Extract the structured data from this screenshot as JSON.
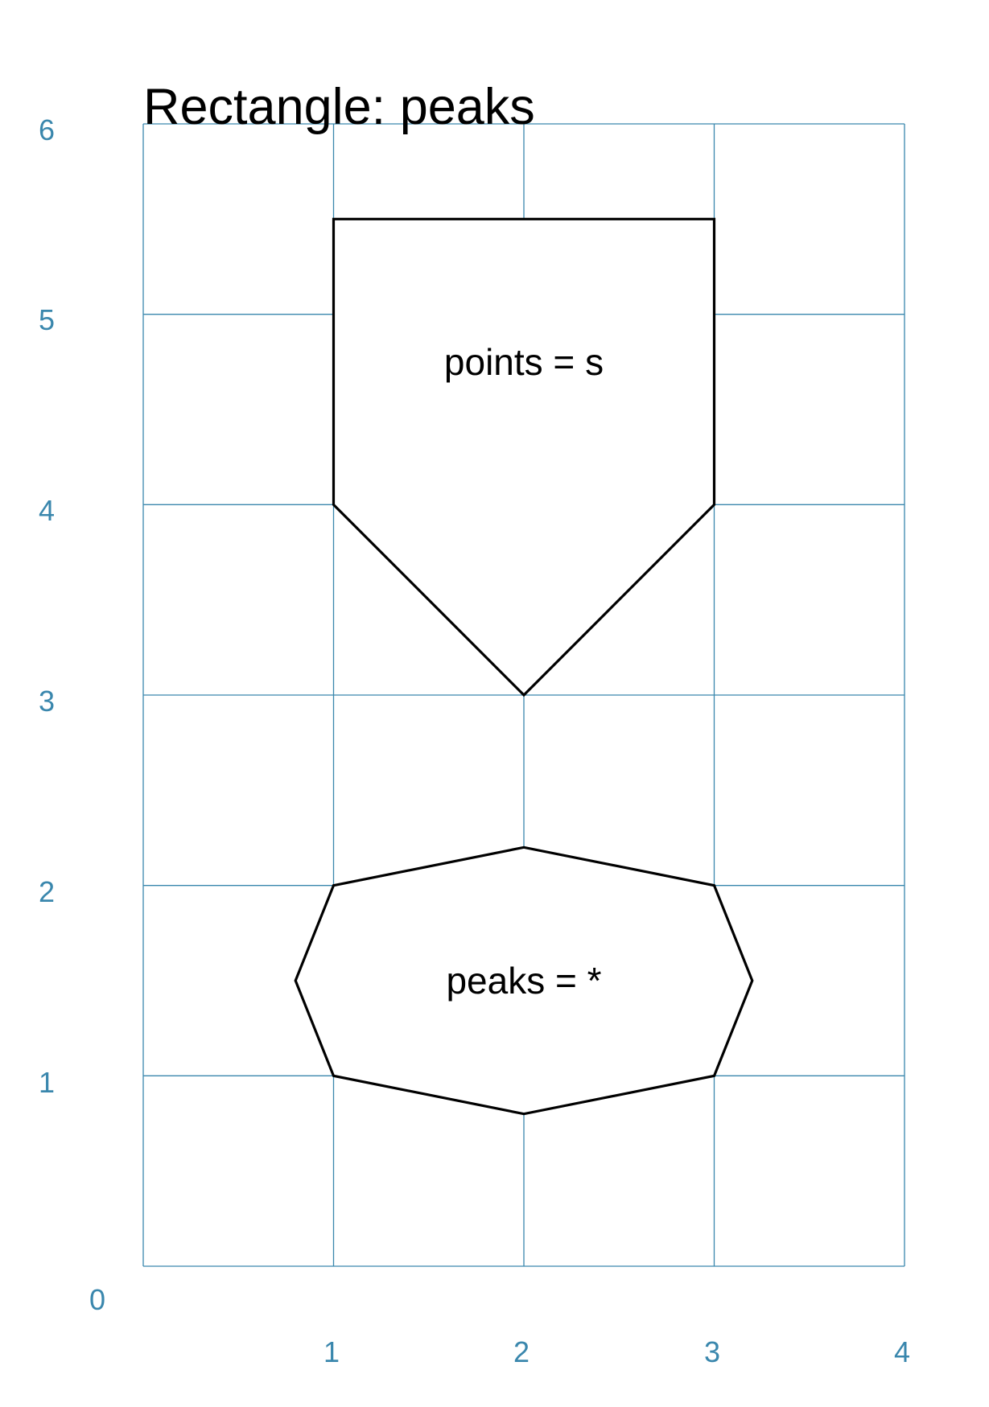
{
  "title": "Rectangle: peaks",
  "colors": {
    "grid": "#3a87ad",
    "outline": "#000000",
    "fill": "#ffffff"
  },
  "axes": {
    "x_ticks": [
      "1",
      "2",
      "3",
      "4"
    ],
    "y_ticks": [
      "0",
      "1",
      "2",
      "3",
      "4",
      "5",
      "6"
    ],
    "x_range": [
      0,
      4
    ],
    "y_range": [
      0,
      6
    ]
  },
  "shapes": [
    {
      "label": "points = s",
      "points": [
        [
          1,
          5.5
        ],
        [
          3,
          5.5
        ],
        [
          3,
          4
        ],
        [
          2,
          3
        ],
        [
          1,
          4
        ]
      ],
      "label_at": [
        2,
        4.75
      ]
    },
    {
      "label": "peaks = *",
      "points": [
        [
          1,
          2
        ],
        [
          2,
          2.2
        ],
        [
          3,
          2
        ],
        [
          3.2,
          1.5
        ],
        [
          3,
          1
        ],
        [
          2,
          0.8
        ],
        [
          1,
          1
        ],
        [
          0.8,
          1.5
        ]
      ],
      "label_at": [
        2,
        1.5
      ]
    }
  ]
}
